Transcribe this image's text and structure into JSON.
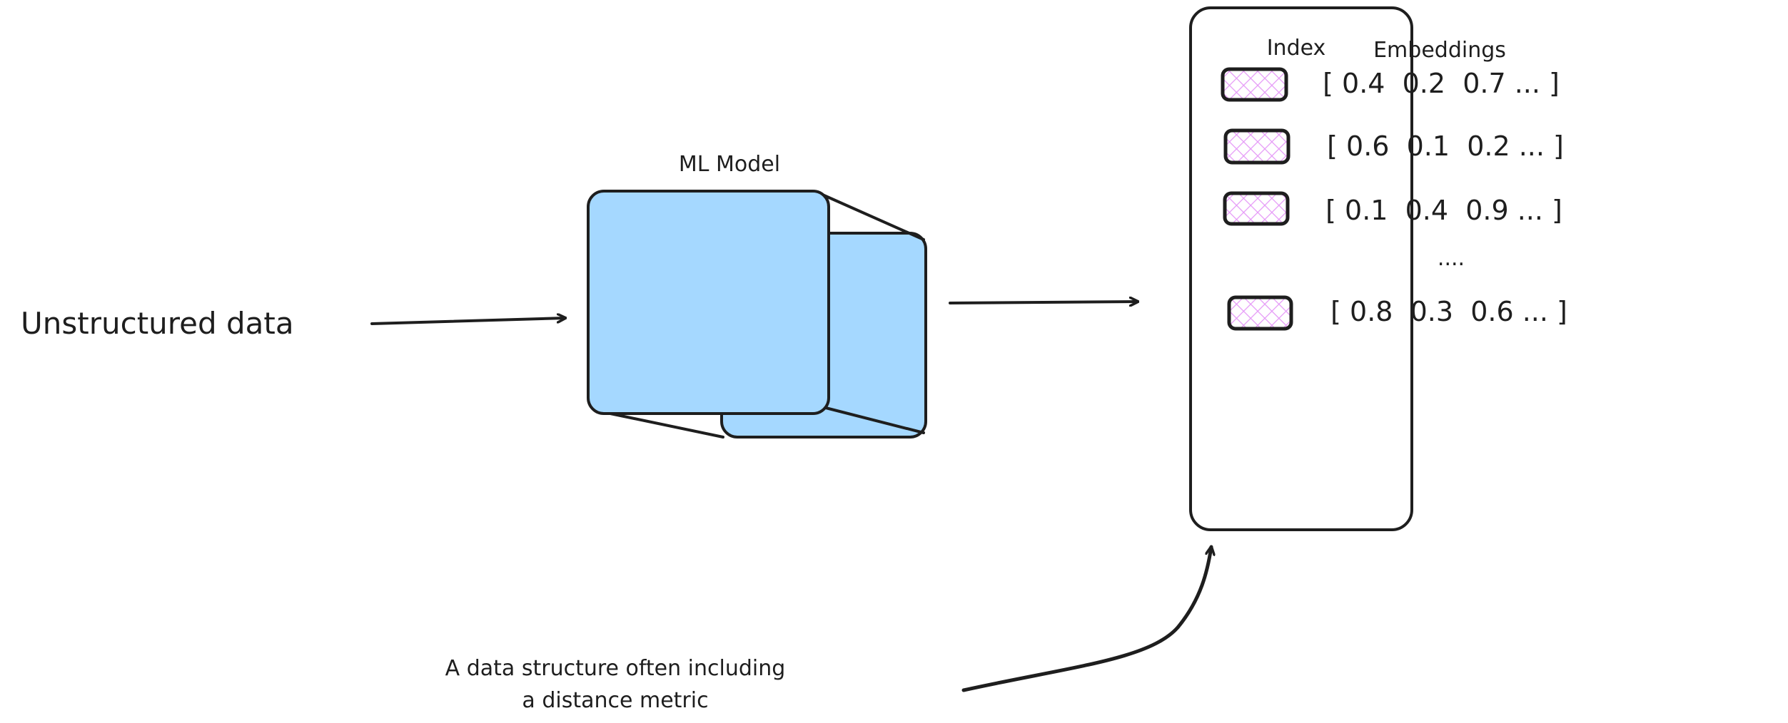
{
  "colors": {
    "ink": "#1e1e1e",
    "model_fill": "#a5d8ff",
    "hatch": "#e599f7",
    "background": "#ffffff"
  },
  "input_label": "Unstructured data",
  "model_label": "ML Model",
  "index_label": "Index",
  "embeddings_label": "Embeddings",
  "embeddings": [
    "[ 0.4  0.2  0.7 ... ]",
    "[ 0.6  0.1  0.2 ... ]",
    "[ 0.1  0.4  0.9 ... ]",
    "....",
    "[ 0.8  0.3  0.6 ... ]"
  ],
  "annotation": {
    "line1": "A data structure often including",
    "line2": "a distance metric"
  }
}
